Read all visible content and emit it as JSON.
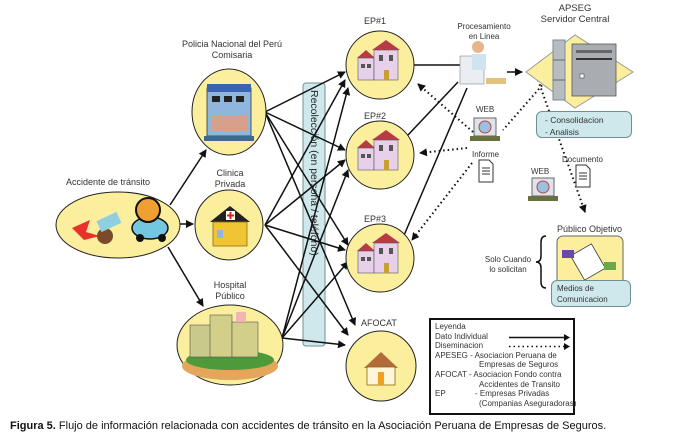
{
  "nodes": {
    "accident": {
      "label": "Accidente de tránsito"
    },
    "police": {
      "label_line1": "Policia Nacional del Perú",
      "label_line2": "Comisaria"
    },
    "clinic": {
      "label_line1": "Clinica",
      "label_line2": "Privada"
    },
    "hospital": {
      "label_line1": "Hospital",
      "label_line2": "Público"
    },
    "ep1": {
      "label": "EP#1"
    },
    "ep2": {
      "label": "EP#2"
    },
    "ep3": {
      "label": "EP#3"
    },
    "afocat": {
      "label": "AFOCAT"
    },
    "processing": {
      "label_line1": "Procesamiento",
      "label_line2": "en Linea"
    },
    "apseg": {
      "label_line1": "APSEG",
      "label_line2": "Servidor Central"
    },
    "web1": {
      "label": "WEB"
    },
    "report": {
      "label": "Informe"
    },
    "web2": {
      "label": "WEB"
    },
    "document": {
      "label": "Documento"
    },
    "public": {
      "label": "Público Objetivo"
    }
  },
  "collection_bar": {
    "label": "Recolección (en persona / teléfono)"
  },
  "server_box": {
    "line1": "- Consolidacion",
    "line2": "- Analisis"
  },
  "media_box": {
    "line1": "Medios de",
    "line2": "Comunicacion"
  },
  "only_when": {
    "line1": "Solo Cuando",
    "line2": "lo solicitan"
  },
  "legend": {
    "title": "Leyenda",
    "individual": "Dato Individual",
    "dissemination": "Diseminacion",
    "apeseg_abbr": "APESEG",
    "apeseg_line1": "- Asociacion Peruana de",
    "apeseg_line2": "Empresas de Seguros",
    "afocat_abbr": "AFOCAT",
    "afocat_line1": "- Asociacion Fondo contra",
    "afocat_line2": "Accidentes de Transito",
    "ep_abbr": "EP",
    "ep_line1": "- Empresas Privadas",
    "ep_line2": "(Companias Aseguradoras)"
  },
  "caption": {
    "prefix": "Figura 5.",
    "text": " Flujo de información relacionada con accidentes de tránsito en la Asociación Peruana de Empresas de Seguros."
  },
  "colors": {
    "node_fill": "#fbef9e",
    "bar_fill": "#cfe8ec",
    "line": "#111111"
  }
}
